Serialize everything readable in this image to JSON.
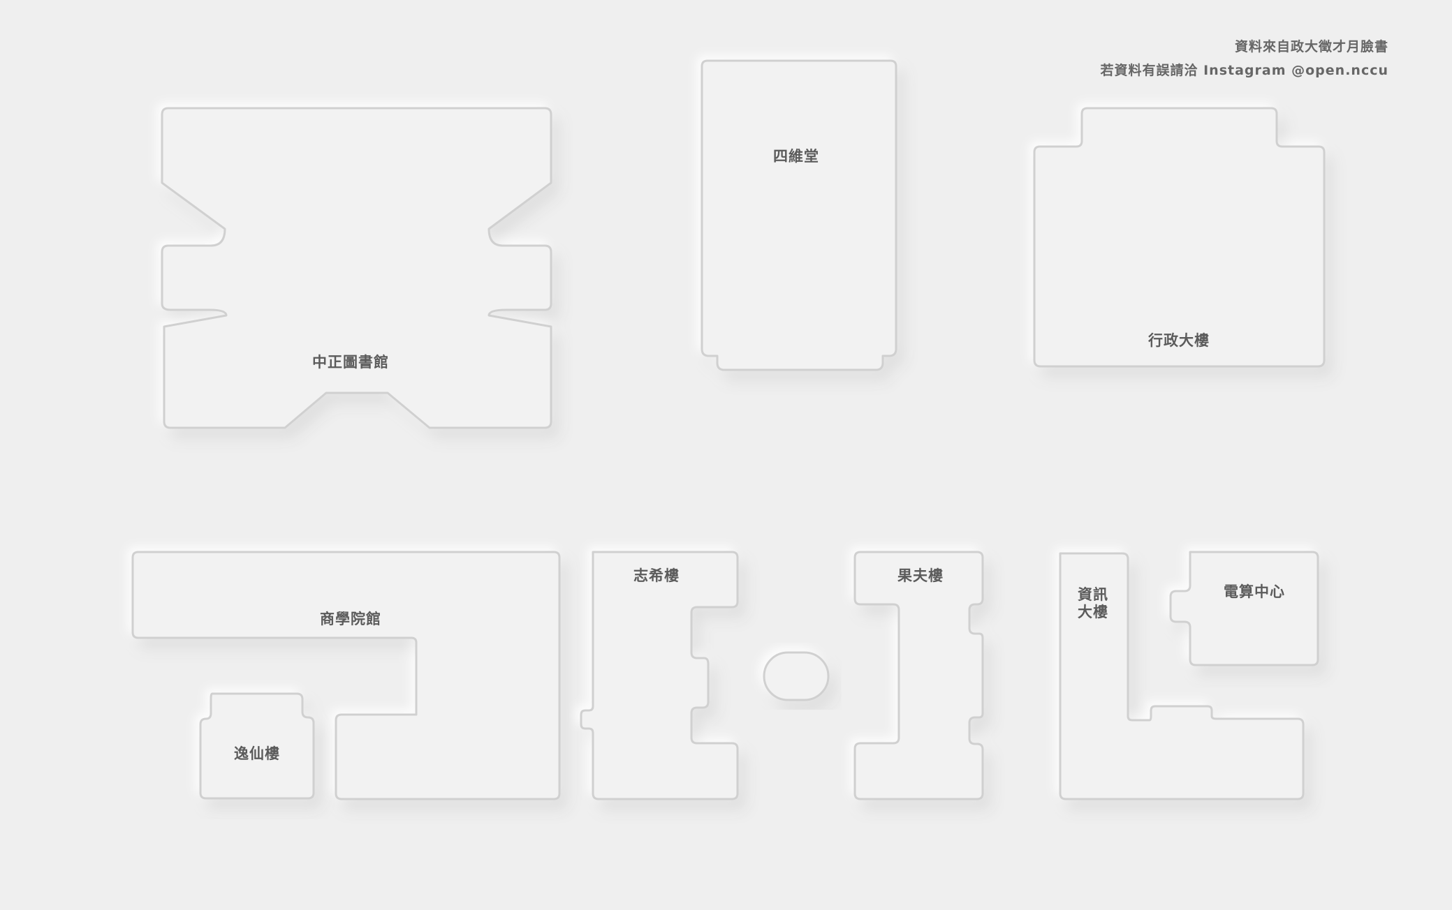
{
  "credits": {
    "line1": "資料來自政大徵才月臉書",
    "line2": "若資料有誤請洽 Instagram @open.nccu"
  },
  "buildings": {
    "library": "中正圖書館",
    "siwei": "四維堂",
    "admin": "行政大樓",
    "commerce": "商學院館",
    "yixian": "逸仙樓",
    "zhixi": "志希樓",
    "guofu": "果夫樓",
    "info_line1": "資訊",
    "info_line2": "大樓",
    "computing": "電算中心"
  },
  "colors": {
    "background": "#efefef",
    "building_fill": "#f2f2f2",
    "building_stroke": "#d0d0d0",
    "label": "#5b5b5b"
  }
}
